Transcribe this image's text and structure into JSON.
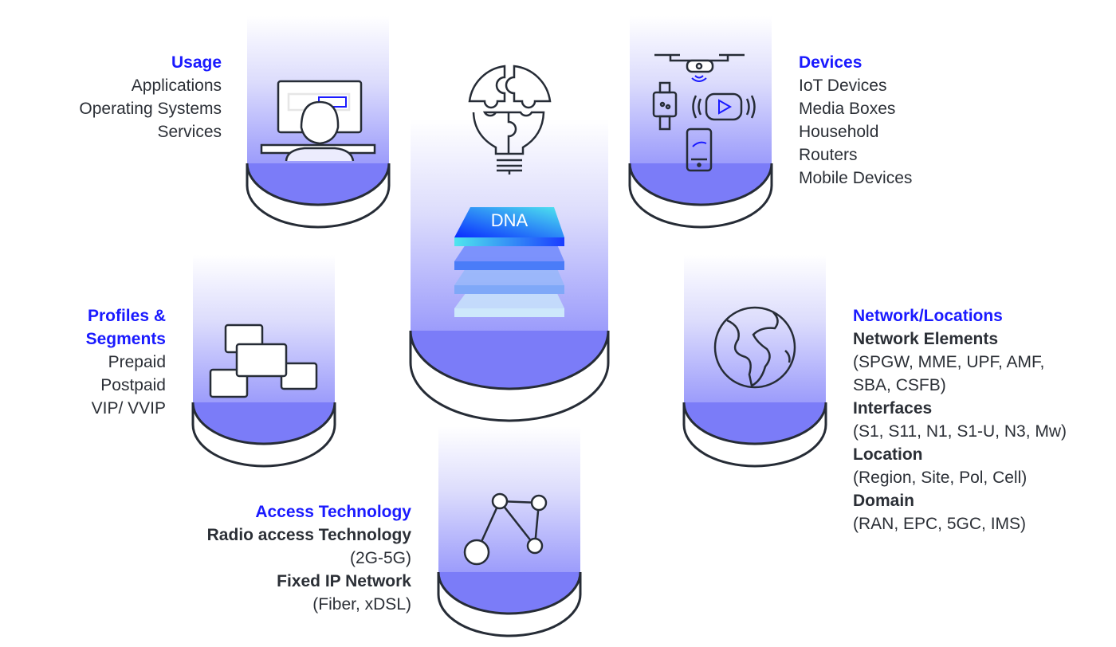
{
  "center": {
    "label": "DNA"
  },
  "usage": {
    "title": "Usage",
    "items": [
      "Applications",
      "Operating Systems",
      "Services"
    ]
  },
  "devices": {
    "title": "Devices",
    "items": [
      "IoT Devices",
      "Media Boxes",
      "Household",
      "Routers",
      "Mobile Devices"
    ]
  },
  "profiles": {
    "title_line1": "Profiles &",
    "title_line2": "Segments",
    "items": [
      "Prepaid",
      "Postpaid",
      "VIP/ VVIP"
    ]
  },
  "network": {
    "title": "Network/Locations",
    "groups": [
      {
        "heading": "Network Elements",
        "lines": [
          "(SPGW, MME, UPF, AMF,",
          "SBA, CSFB)"
        ]
      },
      {
        "heading": "Interfaces",
        "lines": [
          "(S1, S11, N1, S1-U, N3, Mw)"
        ]
      },
      {
        "heading": "Location",
        "lines": [
          "(Region, Site, Pol, Cell)"
        ]
      },
      {
        "heading": "Domain",
        "lines": [
          "(RAN, EPC, 5GC, IMS)"
        ]
      }
    ]
  },
  "access": {
    "title": "Access Technology",
    "groups": [
      {
        "heading": "Radio access Technology",
        "lines": [
          "(2G-5G)"
        ]
      },
      {
        "heading": "Fixed IP Network",
        "lines": [
          "(Fiber, xDSL)"
        ]
      }
    ]
  },
  "colors": {
    "accent": "#1a1aff",
    "cylinder_bottom": "#7b7cf8",
    "outline": "#262c36"
  }
}
